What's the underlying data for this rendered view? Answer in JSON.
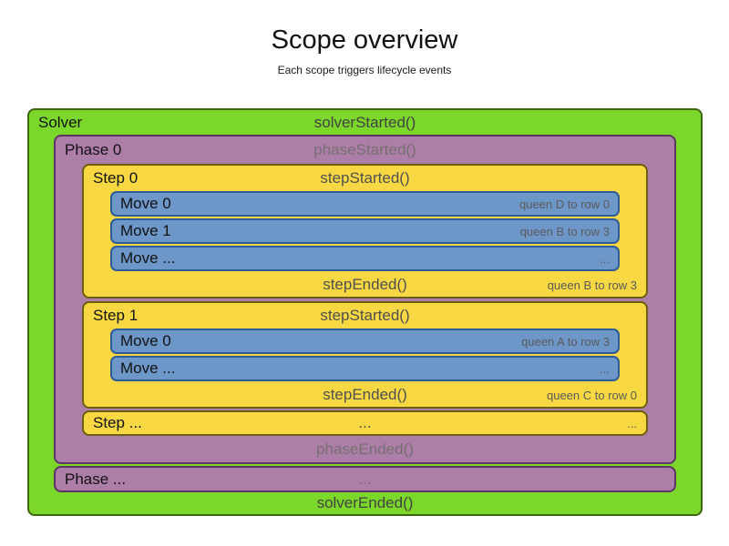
{
  "page": {
    "title": "Scope overview",
    "subtitle": "Each scope triggers lifecycle events"
  },
  "solver": {
    "label": "Solver",
    "started": "solverStarted()",
    "ended": "solverEnded()"
  },
  "phase0": {
    "label": "Phase 0",
    "started": "phaseStarted()",
    "ended": "phaseEnded()"
  },
  "steps": [
    {
      "label": "Step 0",
      "started": "stepStarted()",
      "ended": "stepEnded()",
      "ended_note": "queen B to row 3",
      "moves": [
        {
          "label": "Move 0",
          "note": "queen D to row 0"
        },
        {
          "label": "Move 1",
          "note": "queen B to row 3"
        },
        {
          "label": "Move ...",
          "note": "..."
        }
      ]
    },
    {
      "label": "Step 1",
      "started": "stepStarted()",
      "ended": "stepEnded()",
      "ended_note": "queen C to row 0",
      "moves": [
        {
          "label": "Move 0",
          "note": "queen A to row 3"
        },
        {
          "label": "Move ...",
          "note": "..."
        }
      ]
    }
  ],
  "step_more": {
    "label": "Step ...",
    "center": "...",
    "right": "..."
  },
  "phase_more": {
    "label": "Phase ...",
    "center": "..."
  },
  "colors": {
    "solver_fill": "#7cd72b",
    "solver_border": "#3d660e",
    "phase_fill": "#ad7fa8",
    "phase_border": "#5c3566",
    "step_fill": "#f7d842",
    "step_border": "#6b5f08",
    "move_fill": "#6d97c9",
    "move_border": "#2e5c99"
  }
}
